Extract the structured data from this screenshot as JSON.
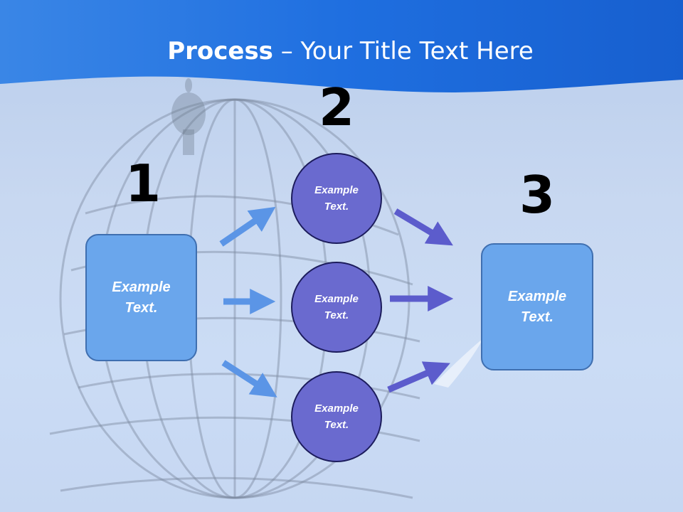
{
  "title": {
    "bold": "Process",
    "rest": " – Your Title Text Here"
  },
  "steps": [
    "1",
    "2",
    "3"
  ],
  "left_box": {
    "line1": "Example",
    "line2": "Text."
  },
  "circles": [
    {
      "line1": "Example",
      "line2": "Text."
    },
    {
      "line1": "Example",
      "line2": "Text."
    },
    {
      "line1": "Example",
      "line2": "Text."
    }
  ],
  "right_box": {
    "line1": "Example",
    "line2": "Text."
  },
  "colors": {
    "header_blue": "#1d67d6",
    "box_fill": "#6aa6ec",
    "circle_fill": "#6a6acf",
    "arrow_light": "#5b95e6",
    "arrow_dark": "#5c5ccc"
  }
}
